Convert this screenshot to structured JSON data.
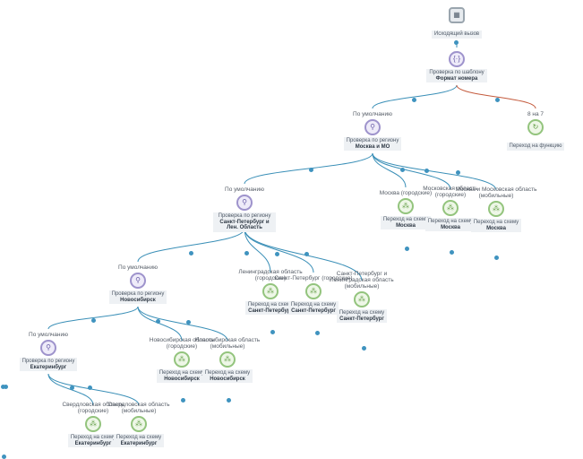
{
  "colors": {
    "edge": "#3a8fb7",
    "edge_alt": "#c45b3d",
    "dot": "#3f93bf"
  },
  "nodes": [
    {
      "id": "root",
      "icon": "grid-icon",
      "style": "gray",
      "label": "Исходящий вызов",
      "bold": ""
    },
    {
      "id": "tmpl",
      "icon": "template-icon",
      "style": "purple",
      "label": "Проверка по шаблону",
      "bold": "Формат номера"
    },
    {
      "id": "msk",
      "top": "По умолчанию",
      "icon": "location-pin-icon",
      "style": "purple",
      "label": "Проверка по региону",
      "bold": "Москва и МО"
    },
    {
      "id": "func",
      "top": "8 на 7",
      "icon": "redirect-icon",
      "style": "green",
      "label": "Переход на функцию",
      "bold": ""
    },
    {
      "id": "spb",
      "top": "По умолчанию",
      "icon": "location-pin-icon",
      "style": "purple",
      "label": "Проверка по региону",
      "bold": "Санкт-Петербург и Лен. Область"
    },
    {
      "id": "mc",
      "top": "Москва (городские)",
      "icon": "scheme-icon",
      "style": "green",
      "label": "Переход на схему",
      "bold": "Москва"
    },
    {
      "id": "mo",
      "top": "Московская область (городские)",
      "icon": "scheme-icon",
      "style": "green",
      "label": "Переход на схему",
      "bold": "Москва"
    },
    {
      "id": "mm",
      "top": "Москва и Московская область (мобильные)",
      "icon": "scheme-icon",
      "style": "green",
      "label": "Переход на схему",
      "bold": "Москва"
    },
    {
      "id": "nsk",
      "top": "По умолчанию",
      "icon": "location-pin-icon",
      "style": "purple",
      "label": "Проверка по региону",
      "bold": "Новосибирск"
    },
    {
      "id": "lo",
      "top": "Ленинградская область (городские)",
      "icon": "scheme-icon",
      "style": "green",
      "label": "Переход на схему",
      "bold": "Санкт-Петербург"
    },
    {
      "id": "sc",
      "top": "Санкт-Петербург (городские)",
      "icon": "scheme-icon",
      "style": "green",
      "label": "Переход на схему",
      "bold": "Санкт-Петербург"
    },
    {
      "id": "sm",
      "top": "Санкт-Петербург и Ленинградская область (мобильные)",
      "icon": "scheme-icon",
      "style": "green",
      "label": "Переход на схему",
      "bold": "Санкт-Петербург"
    },
    {
      "id": "ekb",
      "top": "По умолчанию",
      "icon": "location-pin-icon",
      "style": "purple",
      "label": "Проверка по региону",
      "bold": "Екатеринбург"
    },
    {
      "id": "nc",
      "top": "Новосибирская область (городские)",
      "icon": "scheme-icon",
      "style": "green",
      "label": "Переход на схему",
      "bold": "Новосибирск"
    },
    {
      "id": "nm",
      "top": "Новосибирская область (мобильные)",
      "icon": "scheme-icon",
      "style": "green",
      "label": "Переход на схему",
      "bold": "Новосибирск"
    },
    {
      "id": "ec",
      "top": "Свердловская область (городские)",
      "icon": "scheme-icon",
      "style": "green",
      "label": "Переход на схему",
      "bold": "Екатеринбург"
    },
    {
      "id": "em",
      "top": "Свердловская область (мобильные)",
      "icon": "scheme-icon",
      "style": "green",
      "label": "Переход на схему",
      "bold": "Екатеринбург"
    }
  ],
  "edges": [
    {
      "from": "root",
      "to": "tmpl"
    },
    {
      "from": "tmpl",
      "to": "msk"
    },
    {
      "from": "tmpl",
      "to": "func",
      "alt": true
    },
    {
      "from": "msk",
      "to": "spb"
    },
    {
      "from": "msk",
      "to": "mc"
    },
    {
      "from": "msk",
      "to": "mo"
    },
    {
      "from": "msk",
      "to": "mm"
    },
    {
      "from": "spb",
      "to": "nsk"
    },
    {
      "from": "spb",
      "to": "lo"
    },
    {
      "from": "spb",
      "to": "sc"
    },
    {
      "from": "spb",
      "to": "sm"
    },
    {
      "from": "nsk",
      "to": "ekb"
    },
    {
      "from": "nsk",
      "to": "nc"
    },
    {
      "from": "nsk",
      "to": "nm"
    },
    {
      "from": "ekb",
      "to": "ec"
    },
    {
      "from": "ekb",
      "to": "em"
    }
  ]
}
